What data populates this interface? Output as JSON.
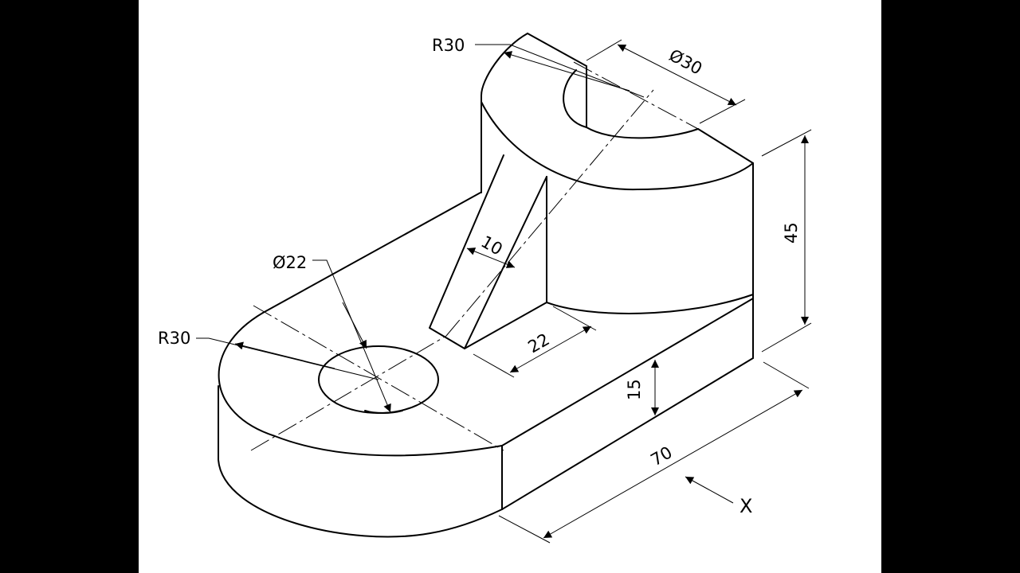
{
  "drawing": {
    "dimensions": {
      "top_radius": "R30",
      "top_bore": "Ø30",
      "total_height": "45",
      "rib_thickness": "10",
      "hole_diameter": "Ø22",
      "base_radius": "R30",
      "rib_length": "22",
      "base_height": "15",
      "base_length": "70"
    },
    "view_direction_label": "X"
  },
  "colors": {
    "sheet": "#ffffff",
    "ink": "#000000",
    "frame": "#000000"
  }
}
